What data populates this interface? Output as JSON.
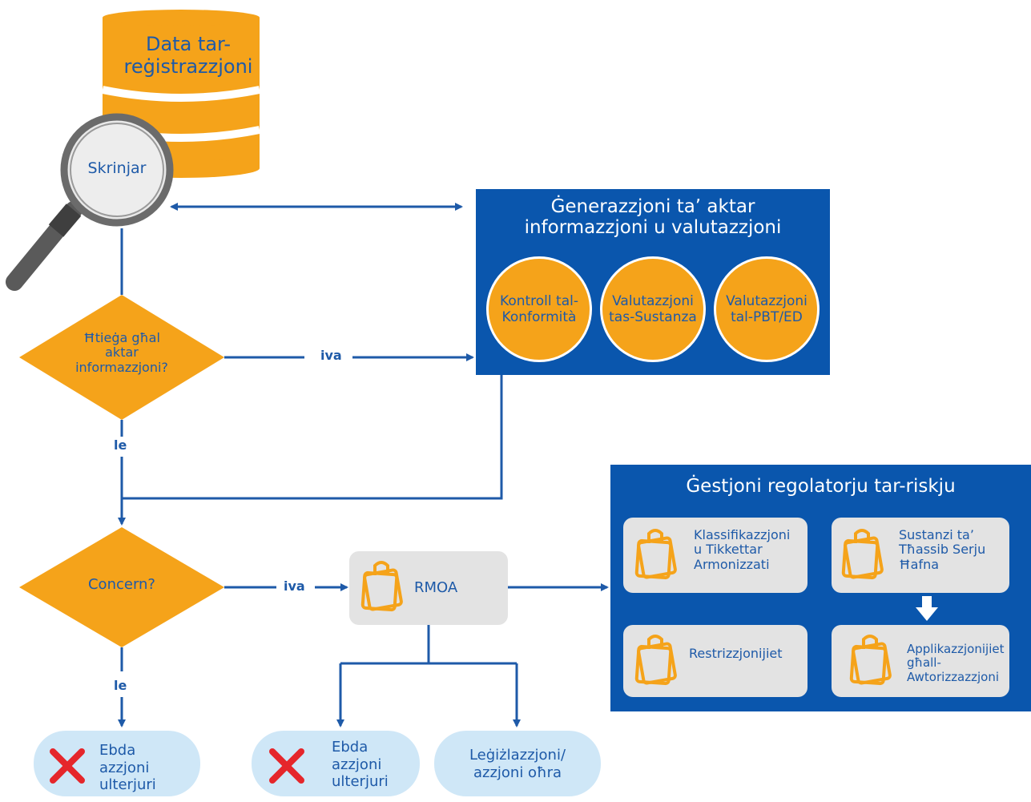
{
  "database": {
    "label": "Data tar-reġistrazzjoni"
  },
  "screening": {
    "label": "Skrinjar"
  },
  "info_generation": {
    "title_line1": "Ġenerazzjoni ta’ aktar",
    "title_line2": "informazzjoni u valutazzjoni",
    "circles": [
      {
        "line1": "Kontroll tal-",
        "line2": "Konformità"
      },
      {
        "line1": "Valutazzjoni",
        "line2": "tas-Sustanza"
      },
      {
        "line1": "Valutazzjoni",
        "line2": "tal-PBT/ED"
      }
    ]
  },
  "decision_need_info": {
    "line1": "Ħtieġa għal",
    "line2": "aktar",
    "line3": "informazzjoni?"
  },
  "decision_concern": {
    "label": "Concern?"
  },
  "edge_labels": {
    "yes1": "iva",
    "no1": "le",
    "yes2": "iva",
    "no2": "le"
  },
  "rmoa": {
    "label": "RMOA"
  },
  "risk_management": {
    "title": "Ġestjoni regolatorju tar-riskju",
    "cards": [
      {
        "lines": [
          "Klassifikazzjoni",
          "u Tikkettar",
          "Armonizzati"
        ]
      },
      {
        "lines": [
          "Sustanzi ta’",
          "Tħassib Serju",
          "Ħafna"
        ]
      },
      {
        "lines": [
          "Restrizzjonijiet"
        ]
      },
      {
        "lines": [
          "Applikazzjonijiet",
          "għall-",
          "Awtorizzazzjoni"
        ]
      }
    ]
  },
  "outcomes": {
    "no_action_1": {
      "line1": "Ebda",
      "line2": "azzjoni",
      "line3": "ulterjuri"
    },
    "no_action_2": {
      "line1": "Ebda",
      "line2": "azzjoni",
      "line3": "ulterjuri"
    },
    "legislation": {
      "line1": "Leġiżlazzjoni/",
      "line2": "azzjoni oħra"
    }
  },
  "colors": {
    "orange": "#f5a31a",
    "blue": "#0a56ad",
    "line_blue": "#1e5aa8",
    "grey": "#e3e3e3",
    "light_blue": "#cfe7f7",
    "red": "#e5262b"
  }
}
